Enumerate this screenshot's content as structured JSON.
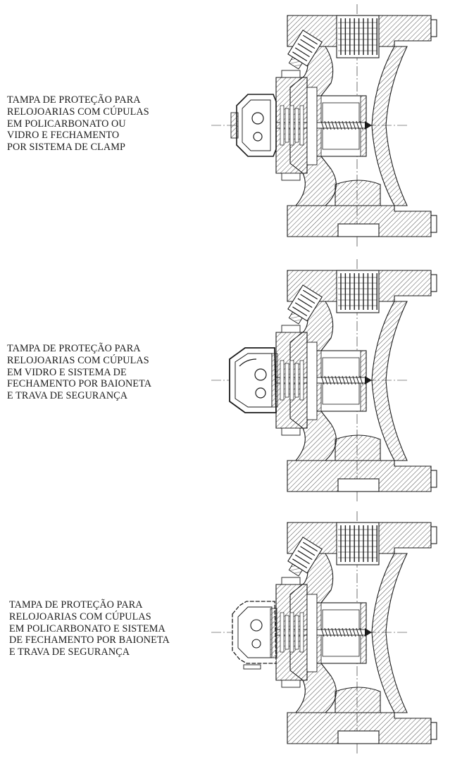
{
  "captions": [
    {
      "lines": [
        "TAMPA DE PROTEÇÃO PARA",
        "RELOJOARIAS COM CÚPULAS",
        "EM POLICARBONATO OU",
        "VIDRO E FECHAMENTO",
        "POR SISTEMA DE CLAMP"
      ]
    },
    {
      "lines": [
        "TAMPA DE PROTEÇÃO PARA",
        "RELOJOARIAS COM CÚPULAS",
        "EM VIDRO E SISTEMA DE",
        "FECHAMENTO POR BAIONETA",
        "E TRAVA DE SEGURANÇA"
      ]
    },
    {
      "lines": [
        "TAMPA DE PROTEÇÃO PARA",
        "RELOJOARIAS COM CÚPULAS",
        "EM POLICARBONATO E SISTEMA",
        "DE FECHAMENTO POR BAIONETA",
        "E TRAVA DE SEGURANÇA"
      ]
    }
  ],
  "drawing_colors": {
    "stroke": "#1a1a1a",
    "hatch": "#3a3a3a",
    "fill": "#ffffff"
  }
}
